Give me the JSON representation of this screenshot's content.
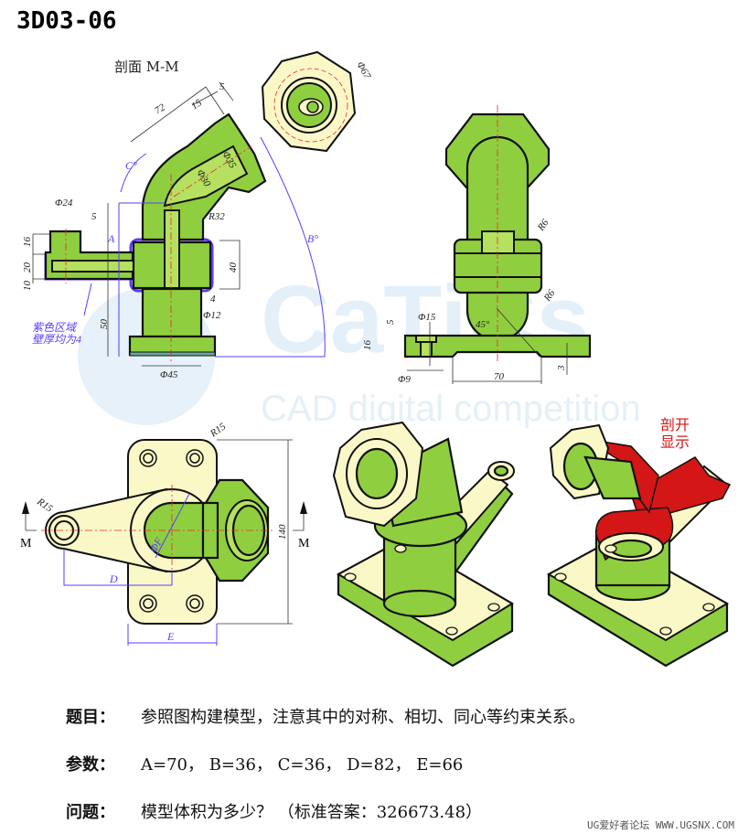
{
  "title": "3D03-06",
  "section_title": "剖面 M-M",
  "watermark": {
    "logo": "CaTiCs",
    "subtitle": "CAD digital competition"
  },
  "annotations": {
    "purple_note_line1": "紫色区域",
    "purple_note_line2": "壁厚均为4",
    "cutaway_line1": "剖开",
    "cutaway_line2": "显示",
    "section_mark": "M"
  },
  "dimensions": {
    "front": [
      "72",
      "15",
      "5",
      "Φ67",
      "C°",
      "Φ35",
      "Φ30",
      "R32",
      "Φ24",
      "5",
      "16",
      "20",
      "10",
      "A",
      "40",
      "4",
      "Φ12",
      "50",
      "Φ45",
      "B°"
    ],
    "side": [
      "R6",
      "R6",
      "Φ15",
      "5",
      "16",
      "45°",
      "Φ9",
      "70",
      "3"
    ],
    "top": [
      "R15",
      "R15",
      "ΦF",
      "D",
      "E",
      "140"
    ]
  },
  "questions": [
    {
      "label": "题目：",
      "text": "参照图构建模型，注意其中的对称、相切、同心等约束关系。"
    },
    {
      "label": "参数：",
      "text": "A=70，  B=36，  C=36，  D=82，  E=66"
    },
    {
      "label": "问题：",
      "text": "模型体积为多少？   （标准答案：326673.48）"
    }
  ],
  "credit": "UG爱好者论坛 WWW.UGSNX.COM",
  "colors": {
    "part_green": "#8fcf3f",
    "face_yellow": "#fbf8c8",
    "dimension_purple": "#5a3cff",
    "cut_red": "#d41616"
  }
}
